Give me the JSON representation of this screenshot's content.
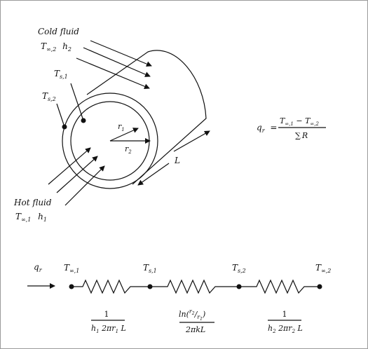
{
  "labels": {
    "cold_fluid": "Cold fluid",
    "hot_fluid": "Hot fluid",
    "T": "T",
    "inf2_sub": "∞,2",
    "inf1_sub": "∞,1",
    "h": "h",
    "sub_1": "1",
    "sub_2": "2",
    "Ts": "T",
    "s1_sub": "s,1",
    "s2_sub": "s,2",
    "r": "r",
    "L": "L",
    "qr": "q",
    "qr_sub": "r"
  },
  "equation": {
    "lhs": "q",
    "lhs_sub": "r",
    "equals": "=",
    "num_a": "T",
    "num_a_sub": "∞,1",
    "minus": " − ",
    "num_b": "T",
    "num_b_sub": "∞,2",
    "den_sum": "∑",
    "den_R": "R"
  },
  "resistances": {
    "r1_num": "1",
    "r1_den_h": "h",
    "r1_den_h_sub": "1",
    "r1_den_rest": "2πr",
    "r1_den_r_sub": "1",
    "r1_den_L": "L",
    "r2_num_ln": "ln(",
    "r2_num_r2": "r",
    "r2_num_r2_sub": "2",
    "r2_slash": "/",
    "r2_num_r1": "r",
    "r2_num_r1_sub": "1",
    "r2_num_close": ")",
    "r2_den": "2πkL",
    "r3_num": "1",
    "r3_den_h": "h",
    "r3_den_h_sub": "2",
    "r3_den_rest": "2πr",
    "r3_den_r_sub": "2",
    "r3_den_L": "L"
  }
}
